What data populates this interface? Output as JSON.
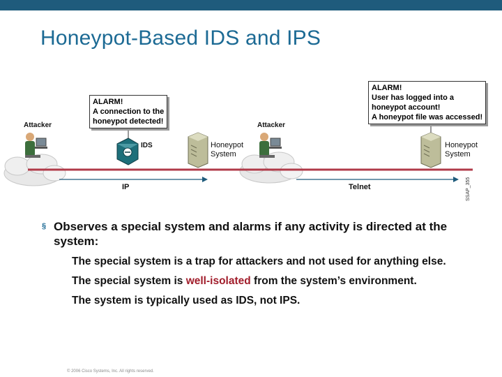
{
  "title": "Honeypot-Based IDS and IPS",
  "diagram": {
    "left": {
      "attacker_label": "Attacker",
      "alarm_lines": [
        "ALARM!",
        "A connection to the",
        "honeypot detected!"
      ],
      "ids_label": "IDS",
      "honeypot_label_lines": [
        "Honeypot",
        "System"
      ],
      "network_label": "IP"
    },
    "right": {
      "attacker_label": "Attacker",
      "alarm_lines": [
        "ALARM!",
        "User has logged into a",
        "honeypot account!",
        "A honeypot file was accessed!"
      ],
      "honeypot_label_lines": [
        "Honeypot",
        "System"
      ],
      "network_label": "Telnet"
    },
    "figure_code": "SSAP_355"
  },
  "bullets": {
    "main": "Observes a special system and alarms if any activity is directed at the system:",
    "subs": [
      {
        "text": "The special system is a trap for attackers and not used for anything else."
      },
      {
        "before": "The special system is ",
        "highlight": "well-isolated",
        "after": " from the system’s environment."
      },
      {
        "text": "The system is typically used as IDS, not IPS."
      }
    ]
  },
  "footer": "© 2006 Cisco Systems, Inc. All rights reserved.",
  "colors": {
    "top_bar": "#1f5b7c",
    "title": "#1c6a94",
    "network_line": "#b03a48",
    "highlight": "#a11d2b"
  }
}
